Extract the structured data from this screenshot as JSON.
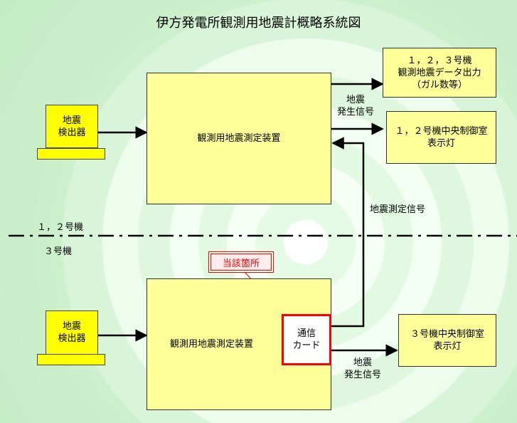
{
  "title": "伊方発電所観測用地震計概略系統図",
  "units12": {
    "label": "１，２号機",
    "sensor": {
      "line1": "地震",
      "line2": "検出器"
    },
    "device": "観測用地震測定装置",
    "output_box": {
      "line1": "１，２，３号機",
      "line2": "観測地震データ出力",
      "line3": "（ガル数等）"
    },
    "signal_label": {
      "line1": "地震",
      "line2": "発生信号"
    },
    "control_room": {
      "line1": "１，２号機中央制御室",
      "line2": "表示灯"
    }
  },
  "unit3": {
    "label": "３号機",
    "sensor": {
      "line1": "地震",
      "line2": "検出器"
    },
    "device": "観測用地震測定装置",
    "comm_card": {
      "line1": "通信",
      "line2": "カード"
    },
    "signal_label": {
      "line1": "地震",
      "line2": "発生信号"
    },
    "control_room": {
      "line1": "３号機中央制御室",
      "line2": "表示灯"
    }
  },
  "measurement_signal_label": "地震測定信号",
  "callout": "当該箇所",
  "colors": {
    "box_fill": "#ffff99",
    "sensor_fill": "#ffff00",
    "highlight": "#ff0000",
    "background": "#ccefcc"
  }
}
